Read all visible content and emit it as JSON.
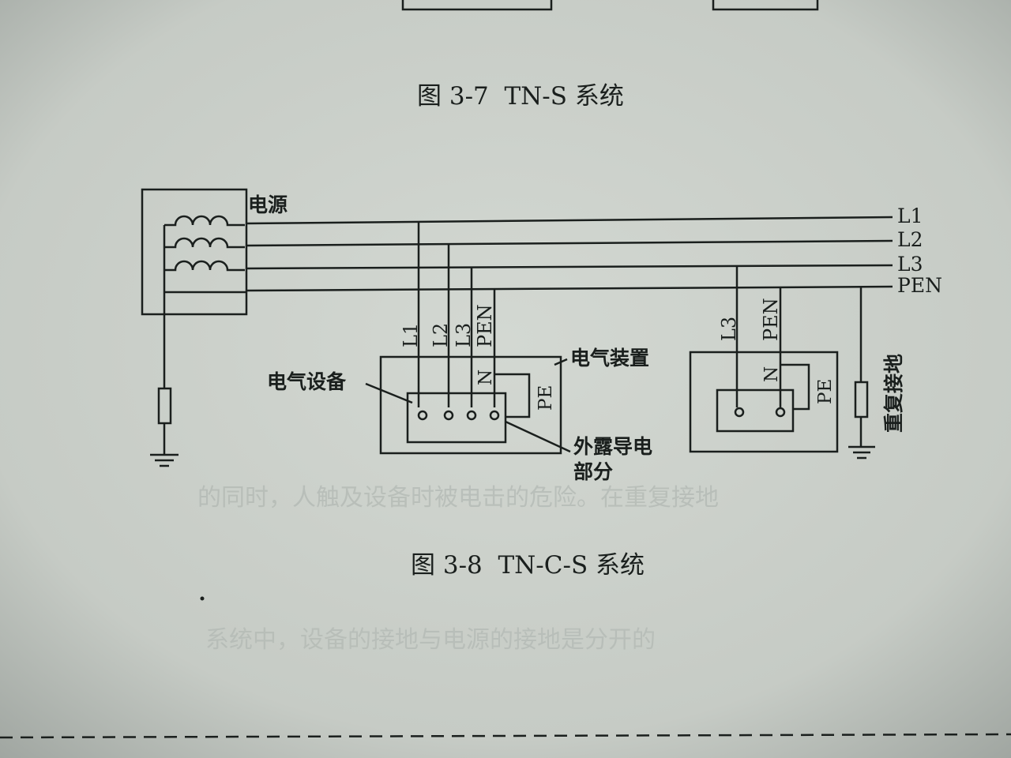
{
  "page": {
    "prev_caption": "图 3-7  TN-S 系统",
    "caption": "图 3-8  TN-C-S 系统"
  },
  "diagram": {
    "source_label": "电源",
    "bus_labels": [
      "L1",
      "L2",
      "L3",
      "PEN"
    ],
    "device1": {
      "drop_labels": [
        "L1",
        "L2",
        "L3",
        "PEN"
      ],
      "n_label": "N",
      "pe_label": "PE",
      "equipment_label": "电气设备",
      "installation_label": "电气装置",
      "exposed_label_line1": "外露导电",
      "exposed_label_line2": "部分"
    },
    "device2": {
      "drop_labels": [
        "L3",
        "PEN"
      ],
      "n_label": "N",
      "pe_label": "PE"
    },
    "reground_label": "重复接地"
  },
  "background_text": [
    "的同时，人触及设备时被电击的危险。在重复接地",
    "系统中，设备的接地与电源的接地是分开的"
  ],
  "colors": {
    "paper": "#c9cec8",
    "ink": "#1a1f1d",
    "bleed": "#a9b0ab"
  }
}
